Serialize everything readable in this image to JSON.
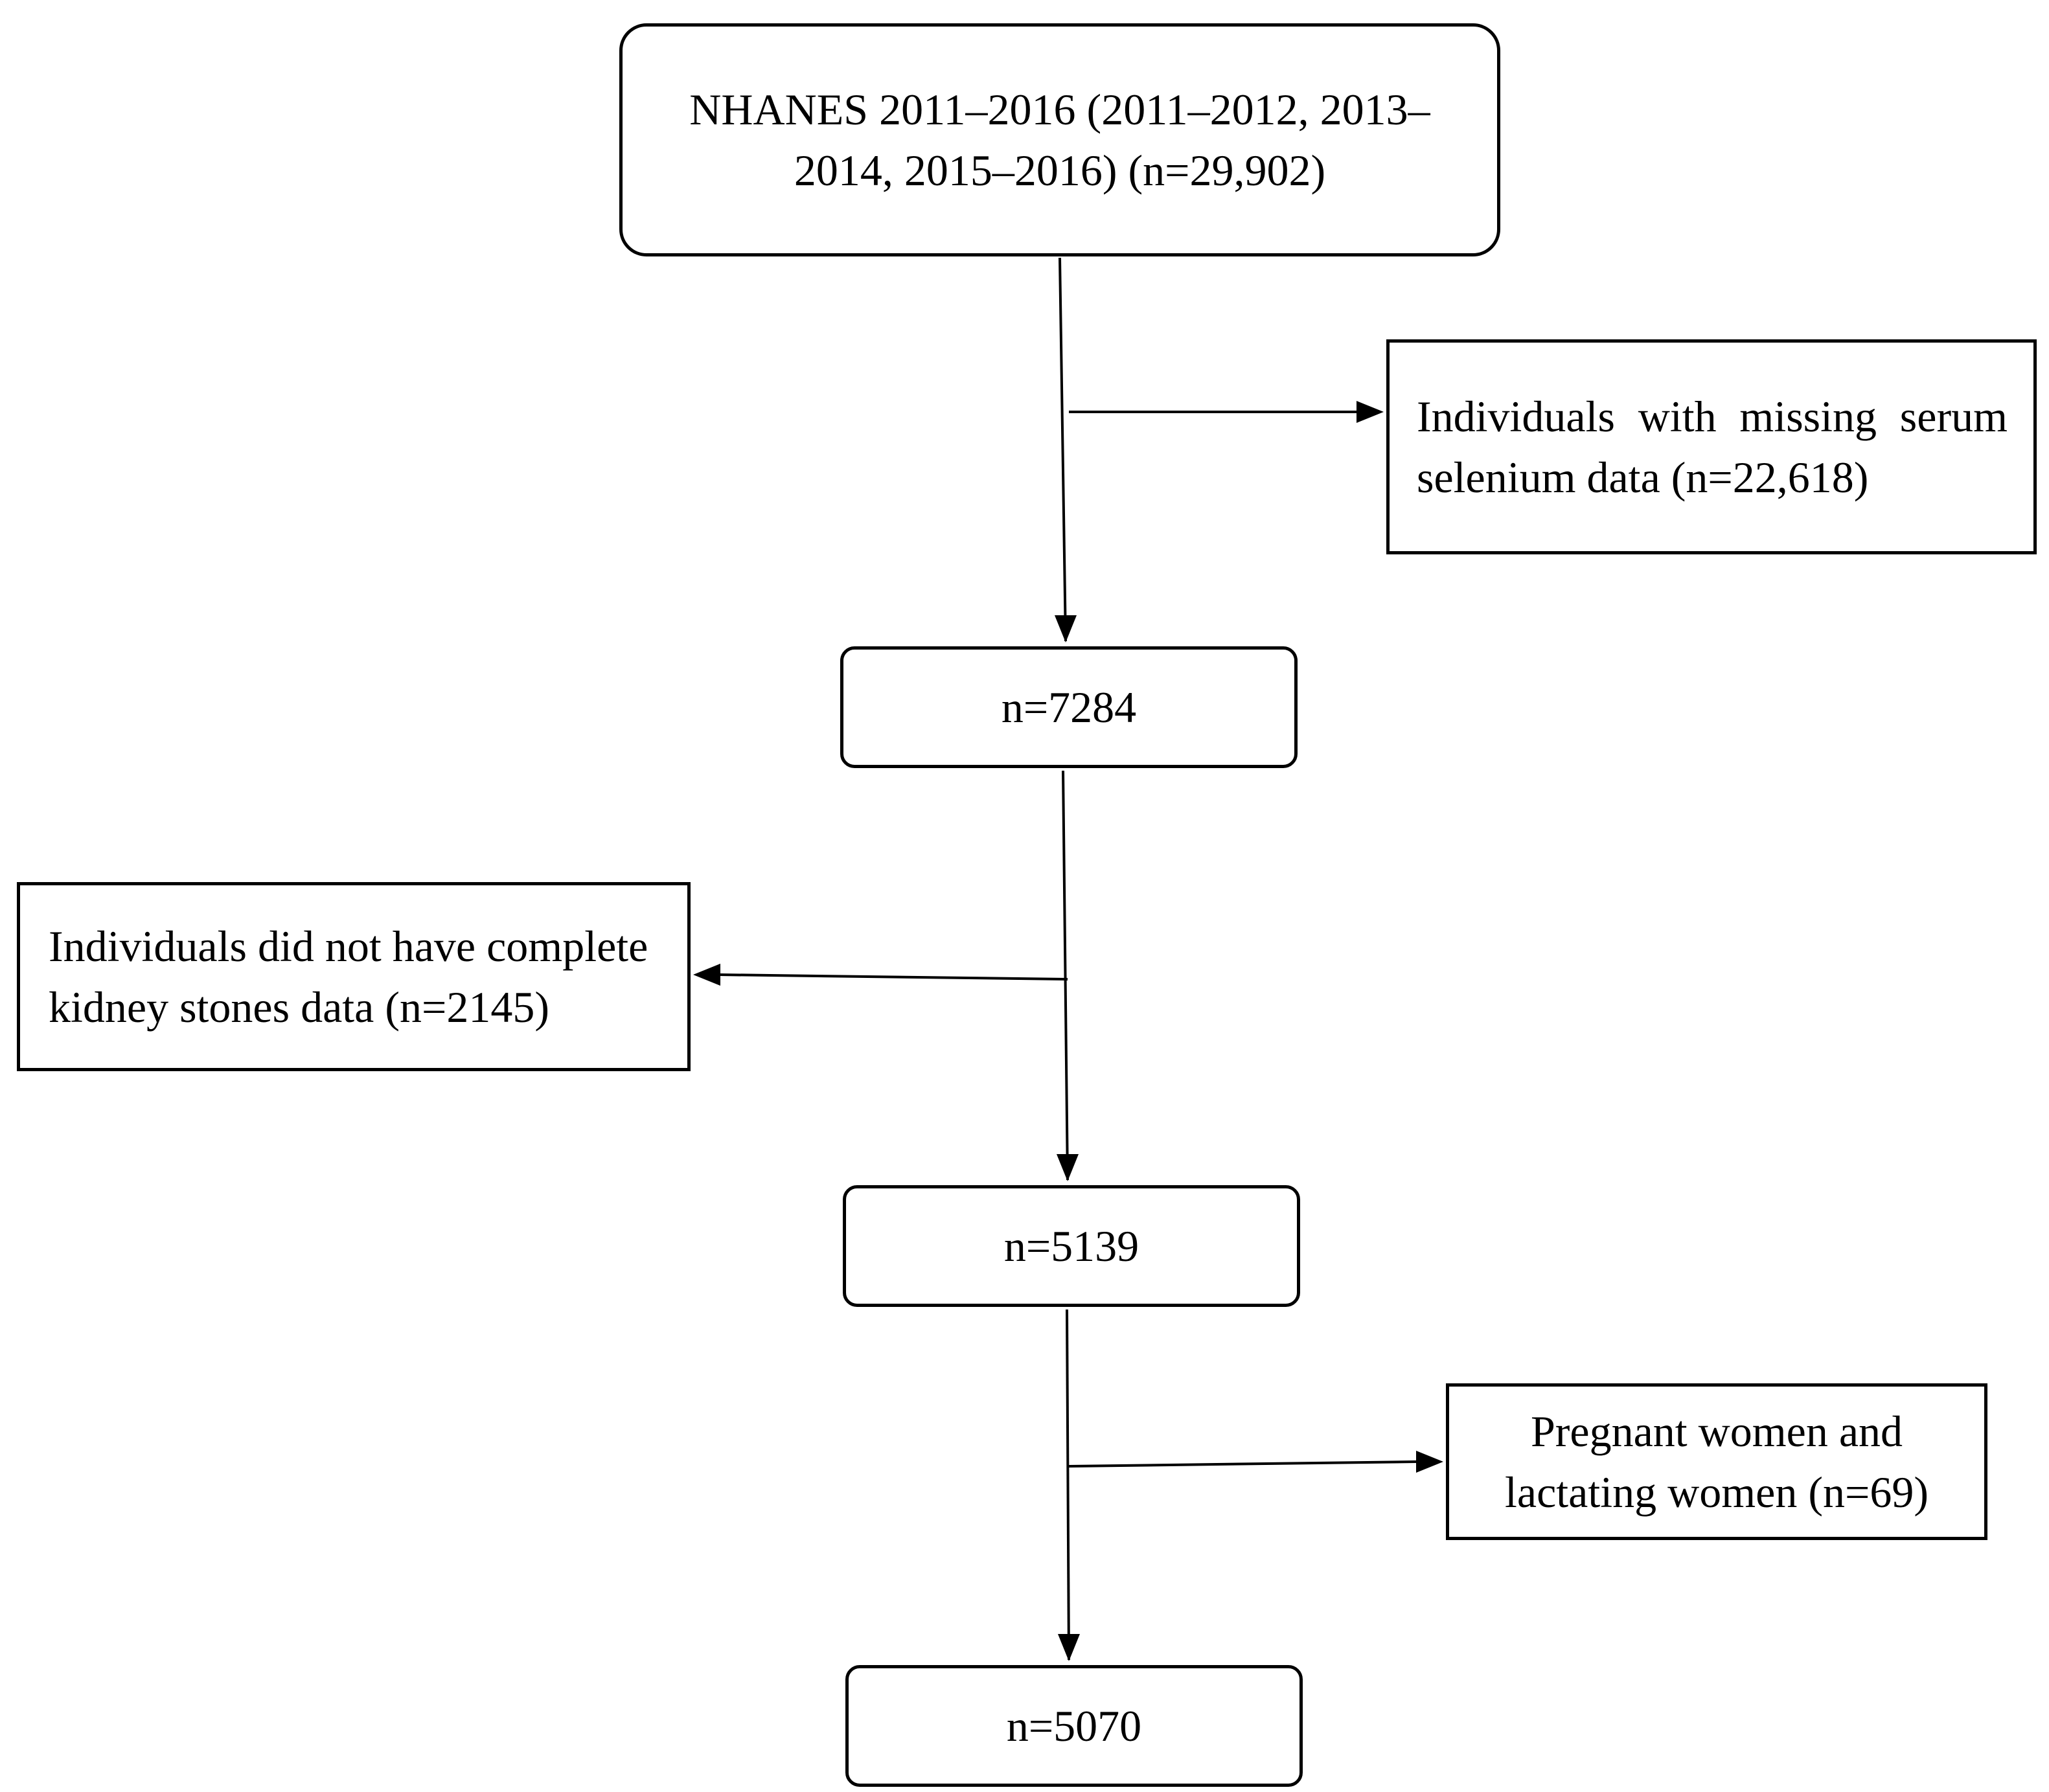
{
  "flow": {
    "start": {
      "label": "NHANES 2011–2016 (2011–2012, 2013–2014, 2015–2016) (n=29,902)"
    },
    "step1": {
      "label": "n=7284"
    },
    "step2": {
      "label": "n=5139"
    },
    "final": {
      "label": "n=5070"
    }
  },
  "exclusions": [
    {
      "label": "Individuals with missing serum selenium data (n=22,618)",
      "side": "right"
    },
    {
      "label": "Individuals did not have complete kidney stones data (n=2145)",
      "side": "left"
    },
    {
      "label": "Pregnant women and lactating women (n=69)",
      "side": "right"
    }
  ],
  "colors": {
    "stroke": "#000000",
    "background": "#ffffff",
    "text": "#000000"
  }
}
